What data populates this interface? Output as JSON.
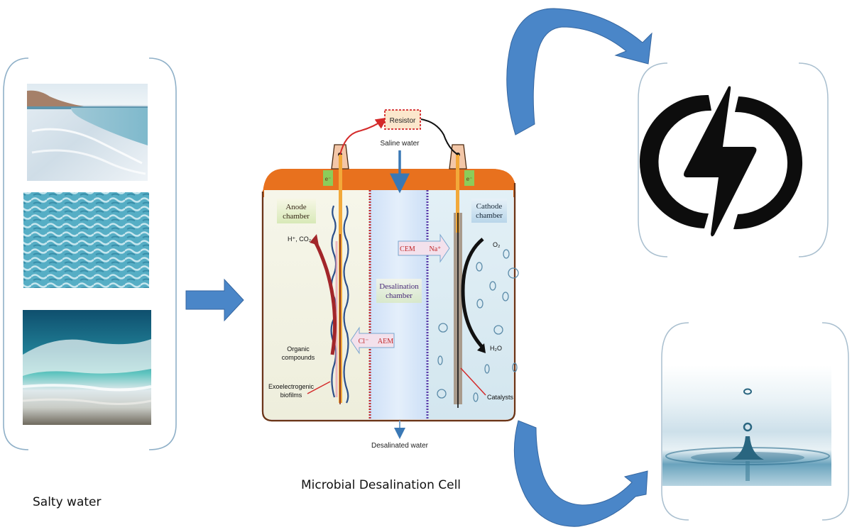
{
  "figure": {
    "left_panel": {
      "caption": "Salty water",
      "images": [
        {
          "name": "salt-beach-photo",
          "description": "salt-crusted shoreline"
        },
        {
          "name": "sea-surface-photo",
          "description": "turquoise sea surface"
        },
        {
          "name": "breaking-wave-photo",
          "description": "breaking ocean wave"
        }
      ]
    },
    "center_panel": {
      "caption": "Microbial Desalination Cell",
      "resistor_label": "Resistor",
      "inflow_label": "Saline water",
      "outflow_label": "Desalinated water",
      "electron_label": "e⁻",
      "anode": {
        "title_line1": "Anode",
        "title_line2": "chamber",
        "products": "H⁺, CO₂",
        "substrate_line1": "Organic",
        "substrate_line2": "compounds",
        "biofilm_line1": "Exoelectrogenic",
        "biofilm_line2": "biofilms"
      },
      "desalination": {
        "title_line1": "Desalination",
        "title_line2": "chamber",
        "cem_label": "CEM",
        "cation": "Na⁺",
        "aem_label": "AEM",
        "anion": "Cl⁻"
      },
      "cathode": {
        "title_line1": "Cathode",
        "title_line2": "chamber",
        "reactant": "O₂",
        "product": "H₂O",
        "catalyst_label": "Catalysts"
      }
    },
    "right_panel": {
      "outputs": [
        {
          "name": "electricity",
          "icon": "lightning-power-icon"
        },
        {
          "name": "clean-water",
          "icon": "water-drop-photo"
        }
      ]
    },
    "colors": {
      "arrow_blue": "#4a86c8",
      "bracket": "#8fb0c8",
      "lid_orange": "#e8711e",
      "anode_bg": "#f3f3e4",
      "desal_bg": "#d6e6f8",
      "cathode_bg": "#dcebf3"
    }
  }
}
